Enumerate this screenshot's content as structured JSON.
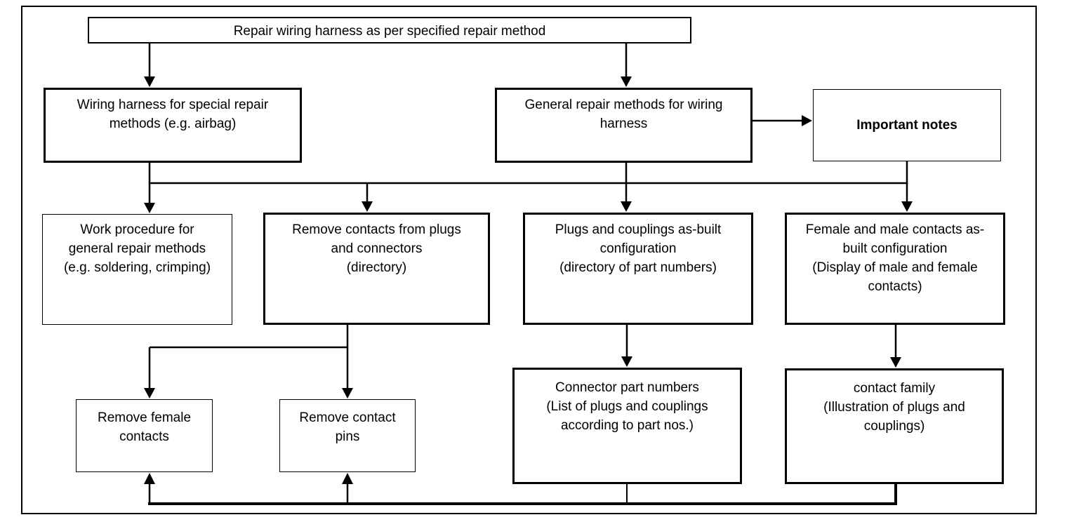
{
  "diagram": {
    "background_color": "#ffffff",
    "line_color": "#000000",
    "nodes": {
      "root": {
        "label": "Repair wiring harness as per specified repair method"
      },
      "special_repair": {
        "label": "Wiring harness for special repair\nmethods (e.g. airbag)"
      },
      "general_repair": {
        "label": "General repair methods for wiring\nharness"
      },
      "important_notes": {
        "label": "Important notes"
      },
      "work_procedure": {
        "label": "Work procedure for\ngeneral repair methods\n(e.g. soldering, crimping)"
      },
      "remove_contacts": {
        "label": "Remove contacts from plugs\nand connectors\n(directory)"
      },
      "plugs_couplings": {
        "label": "Plugs and couplings as-built\nconfiguration\n(directory of part numbers)"
      },
      "female_male_contacts": {
        "label": "Female and male contacts as-\nbuilt configuration\n(Display of male and female\ncontacts)"
      },
      "connector_part_numbers": {
        "label": "Connector part numbers\n(List of plugs and couplings\naccording to part nos.)"
      },
      "contact_family": {
        "label": "contact family\n(Illustration of plugs and\ncouplings)"
      },
      "remove_female_contacts": {
        "label": "Remove female\ncontacts"
      },
      "remove_contact_pins": {
        "label": "Remove contact\npins"
      }
    },
    "edges": [
      {
        "from": "root",
        "to": "special_repair"
      },
      {
        "from": "root",
        "to": "general_repair"
      },
      {
        "from": "general_repair",
        "to": "important_notes"
      },
      {
        "from": "special_repair",
        "to": "work_procedure"
      },
      {
        "from": "special_repair",
        "to": "remove_contacts"
      },
      {
        "from": "general_repair",
        "to": "plugs_couplings"
      },
      {
        "from": "important_notes",
        "to": "female_male_contacts"
      },
      {
        "from": "remove_contacts",
        "to": "remove_female_contacts"
      },
      {
        "from": "remove_contacts",
        "to": "remove_contact_pins"
      },
      {
        "from": "plugs_couplings",
        "to": "connector_part_numbers"
      },
      {
        "from": "female_male_contacts",
        "to": "contact_family"
      },
      {
        "from": "connector_part_numbers",
        "to": "remove_female_contacts"
      },
      {
        "from": "connector_part_numbers",
        "to": "remove_contact_pins"
      },
      {
        "from": "contact_family",
        "to": "remove_female_contacts"
      },
      {
        "from": "contact_family",
        "to": "remove_contact_pins"
      }
    ]
  }
}
